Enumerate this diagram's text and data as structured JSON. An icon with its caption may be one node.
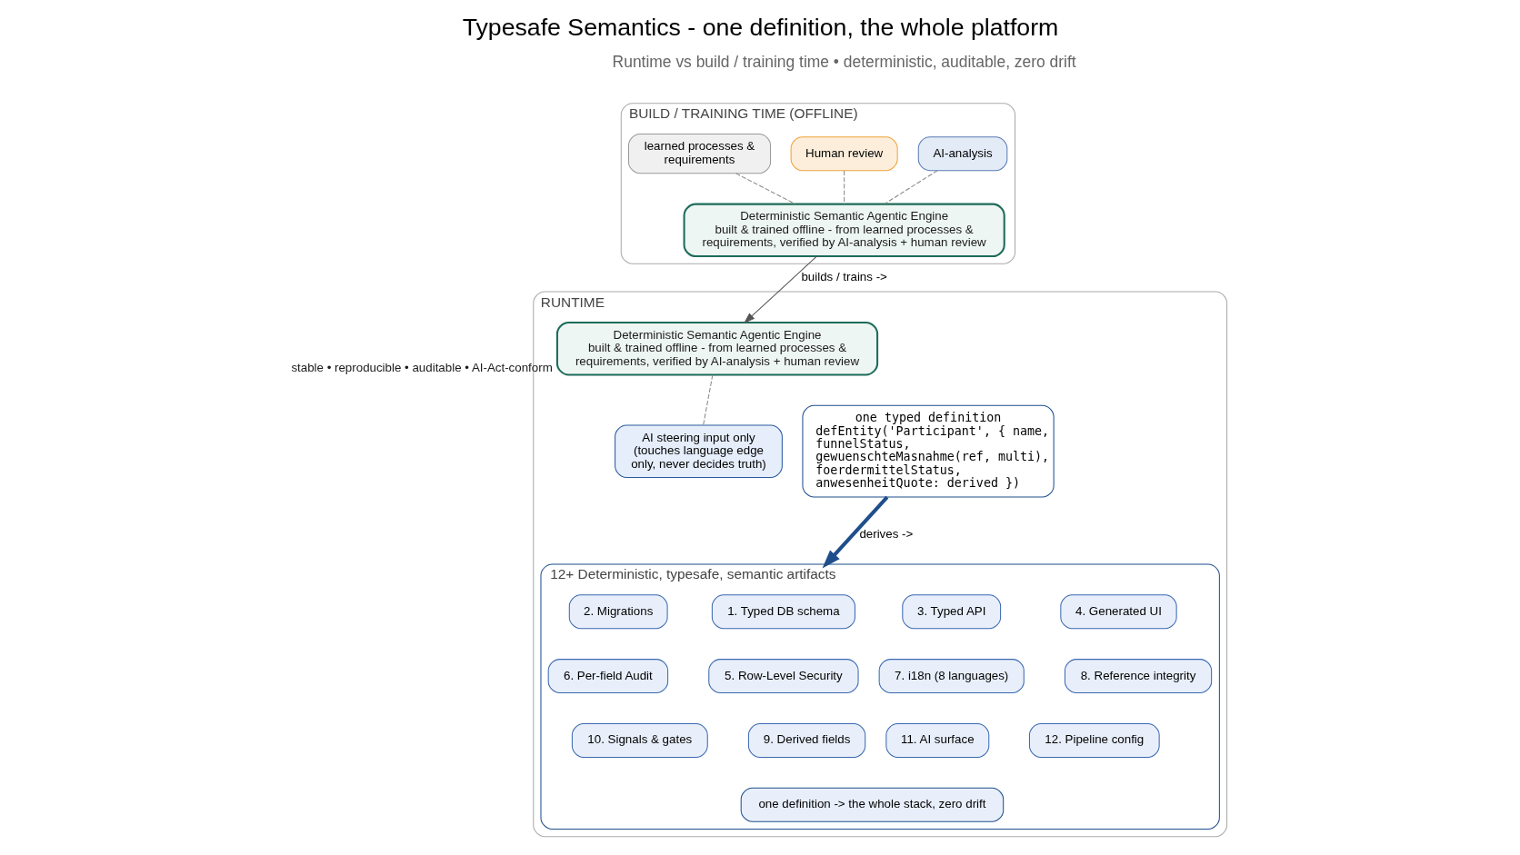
{
  "diagram": {
    "title": "Typesafe Semantics - one definition, the whole platform",
    "nodes": [
      {
        "text": [
          "BUILD / TRAINING TIME (OFFLINE)"
        ]
      },
      {
        "text": [
          "AI-analysis"
        ],
        "in": 0
      },
      {
        "text": [
          "Human review"
        ],
        "in": 0
      },
      {
        "text": [
          "learned processes & requirements"
        ],
        "in": 0
      },
      {
        "text": [
          "Deterministic Semantic Agentic Engine",
          "built & trained offline - from learned processes & requirements, verified by AI-analysis + human review"
        ],
        "in": 0
      },
      {
        "text": [
          "RUNTIME"
        ]
      },
      {
        "text": [
          "Deterministic Semantic Agentic Engine",
          "built & trained offline - from learned processes & requirements, verified by AI-analysis + human review"
        ],
        "in": 5,
        "beside": [
          "stable • reproducible • auditable • AI-Act-conform"
        ]
      },
      {
        "text": [
          "AI steering input only (touches language edge only, never decides truth)"
        ],
        "in": 5
      },
      {
        "text": [
          "one typed definition",
          "defEntity('Participant', { name, funnelStatus, gewuenschteMasnahme(ref, multi), foerdermittelStatus, anwesenheitQuote: derived })"
        ],
        "in": 5
      },
      {
        "text": [
          "12+ Deterministic, typesafe, semantic artifacts"
        ],
        "in": 5
      },
      {
        "text": [
          "1. Typed DB schema"
        ],
        "in": 9
      },
      {
        "text": [
          "2. Migrations"
        ],
        "in": 9
      },
      {
        "text": [
          "3. Typed API"
        ],
        "in": 9
      },
      {
        "text": [
          "4. Generated UI"
        ],
        "in": 9
      },
      {
        "text": [
          "5. Row-Level Security"
        ],
        "in": 9
      },
      {
        "text": [
          "6. Per-field Audit"
        ],
        "in": 9
      },
      {
        "text": [
          "7. i18n (8 languages)"
        ],
        "in": 9
      },
      {
        "text": [
          "8. Reference integrity"
        ],
        "in": 9
      },
      {
        "text": [
          "9. Derived fields"
        ],
        "in": 9
      },
      {
        "text": [
          "10. Signals & gates"
        ],
        "in": 9
      },
      {
        "text": [
          "11. AI surface"
        ],
        "in": 9
      },
      {
        "text": [
          "12. Pipeline config"
        ],
        "in": 9
      },
      {
        "text": [
          "one definition -> the whole stack, zero drift"
        ],
        "in": 9
      }
    ],
    "edges": [
      {
        "from": 1,
        "to": 4,
        "arrow": "none",
        "style": "dashed",
        "color": "#888888"
      },
      {
        "from": 2,
        "to": 4,
        "arrow": "none",
        "style": "dashed",
        "color": "#888888"
      },
      {
        "from": 3,
        "to": 4,
        "arrow": "none",
        "style": "dashed",
        "color": "#888888"
      },
      {
        "from": 4,
        "to": 6,
        "arrow": "to",
        "label": "builds / trains ->"
      },
      {
        "from": 6,
        "to": 7,
        "arrow": "none",
        "style": "dashed",
        "color": "#888888"
      },
      {
        "from": 8,
        "to": 9,
        "arrow": "to",
        "label": "derives ->",
        "style": "thick",
        "color": "#1f4e8c"
      }
    ],
    "labels": [
      "Runtime vs build / training time • deterministic, auditable, zero drift"
    ]
  }
}
